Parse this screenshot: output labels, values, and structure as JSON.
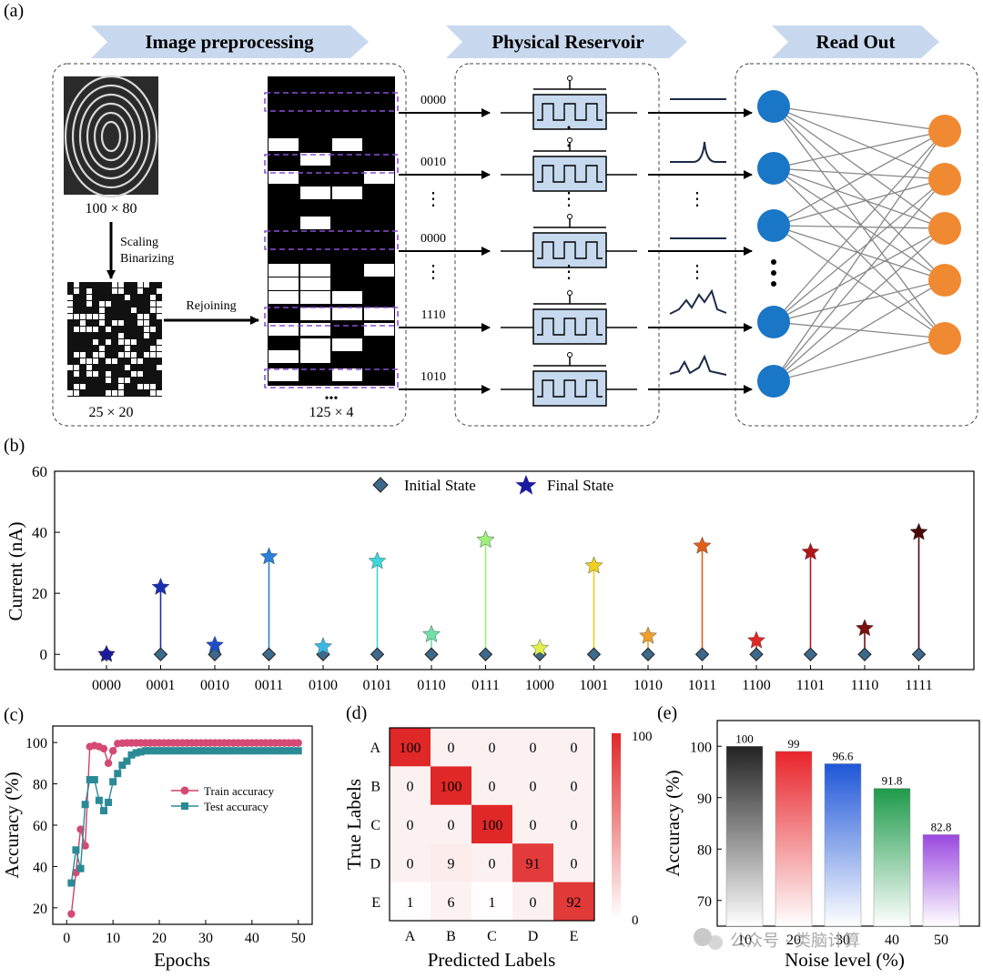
{
  "panel_a": {
    "label": "(a)",
    "headers": [
      "Image preprocessing",
      "Physical Reservoir",
      "Read Out"
    ],
    "fingerprint_size": "100 × 80",
    "step_label_1": "Scaling",
    "step_label_2": "Binarizing",
    "binary_size": "25 × 20",
    "rejoin_label": "Rejoining",
    "matrix_size": "125 × 4",
    "ellipsis": "•••",
    "codes": [
      "0000",
      "0010",
      "0000",
      "1110",
      "1010"
    ],
    "vdots": "⋮",
    "colors": {
      "arrow_fill": "#c8d8ee",
      "neuron_in": "#1a76c6",
      "neuron_out": "#f08a32",
      "box_border": "#444",
      "device_fill": "#c6d9ee",
      "highlight": "#8a4fd6"
    }
  },
  "panel_b": {
    "label": "(b)",
    "ylabel": "Current (nA)",
    "legend": [
      "Initial State",
      "Final State"
    ]
  },
  "panel_c": {
    "label": "(c)",
    "xlabel": "Epochs",
    "ylabel": "Accuracy (%)",
    "legend": [
      "Train accuracy",
      "Test accuracy"
    ]
  },
  "panel_d": {
    "label": "(d)",
    "xlabel": "Predicted Labels",
    "ylabel": "True Labels",
    "colorbar_max": "100",
    "colorbar_min": "0"
  },
  "panel_e": {
    "label": "(e)",
    "xlabel": "Noise level (%)",
    "ylabel": "Accuracy (%)"
  },
  "watermark": "公众号 · 类脑计算",
  "chart_data": [
    {
      "type": "scatter",
      "panel": "b",
      "categories": [
        "0000",
        "0001",
        "0010",
        "0011",
        "0100",
        "0101",
        "0110",
        "0111",
        "1000",
        "1001",
        "1010",
        "1011",
        "1100",
        "1101",
        "1110",
        "1111"
      ],
      "series": [
        {
          "name": "Initial State",
          "values": [
            0,
            0,
            0,
            0,
            0,
            0,
            0,
            0,
            0,
            0,
            0,
            0,
            0,
            0,
            0,
            0
          ]
        },
        {
          "name": "Final State",
          "values": [
            0,
            22,
            3,
            32,
            2.5,
            30.5,
            6.5,
            37.5,
            2,
            29,
            6,
            35.5,
            4.5,
            33.5,
            8.5,
            40
          ]
        }
      ],
      "colors": [
        "#1a1aa0",
        "#1a2fb0",
        "#1f4dc8",
        "#2a7fd8",
        "#39b8e8",
        "#3ed6d8",
        "#6fe0a8",
        "#9ef07a",
        "#e0f04a",
        "#f0d020",
        "#f0a028",
        "#e06018",
        "#e02828",
        "#b01818",
        "#7a1010",
        "#4a0808"
      ],
      "ylim": [
        -5,
        60
      ],
      "ticks_y": [
        0,
        20,
        40,
        60
      ],
      "grid": false,
      "legend_position": "top-center"
    },
    {
      "type": "line",
      "panel": "c",
      "series": [
        {
          "name": "Train accuracy",
          "x": [
            1,
            2,
            3,
            4,
            5,
            6,
            7,
            8,
            9,
            10,
            11,
            12,
            13,
            14,
            15,
            16,
            17,
            18,
            19,
            20,
            22,
            25,
            30,
            35,
            40,
            45,
            50
          ],
          "values": [
            17,
            37,
            58,
            50,
            98,
            98.5,
            98,
            97,
            90,
            96,
            99.5,
            99.7,
            99.8,
            99.8,
            99.8,
            99.8,
            99.8,
            99.8,
            99.8,
            99.8,
            99.8,
            99.8,
            99.8,
            99.8,
            99.8,
            99.8,
            99.8
          ]
        },
        {
          "name": "Test accuracy",
          "x": [
            1,
            2,
            3,
            4,
            5,
            6,
            7,
            8,
            9,
            10,
            11,
            12,
            13,
            14,
            15,
            16,
            17,
            18,
            19,
            20,
            22,
            25,
            30,
            35,
            40,
            45,
            50
          ],
          "values": [
            32,
            48,
            39,
            70,
            82,
            82,
            72,
            67,
            71,
            81,
            85,
            89,
            91,
            94,
            95,
            95.5,
            96,
            96,
            96,
            96,
            96,
            96,
            96,
            96,
            96,
            96,
            96
          ]
        }
      ],
      "xlim": [
        -3,
        53
      ],
      "ylim": [
        12,
        108
      ],
      "ticks_x": [
        0,
        10,
        20,
        30,
        40,
        50
      ],
      "ticks_y": [
        20,
        40,
        60,
        80,
        100
      ],
      "legend_position": "center-right"
    },
    {
      "type": "heatmap",
      "panel": "d",
      "rows": [
        "A",
        "B",
        "C",
        "D",
        "E"
      ],
      "columns": [
        "A",
        "B",
        "C",
        "D",
        "E"
      ],
      "values": [
        [
          100,
          0,
          0,
          0,
          0
        ],
        [
          0,
          100,
          0,
          0,
          0
        ],
        [
          0,
          0,
          100,
          0,
          0
        ],
        [
          0,
          9,
          0,
          91,
          0
        ],
        [
          1,
          6,
          1,
          0,
          92
        ]
      ],
      "range": [
        0,
        100
      ]
    },
    {
      "type": "bar",
      "panel": "e",
      "categories": [
        "10",
        "20",
        "30",
        "40",
        "50"
      ],
      "values": [
        100,
        99,
        96.6,
        91.8,
        82.8
      ],
      "labels": [
        "100",
        "99",
        "96.6",
        "91.8",
        "82.8"
      ],
      "colors": [
        "#222222",
        "#e8242a",
        "#1e56d8",
        "#1e9a4a",
        "#9a48e0"
      ],
      "ylim": [
        65,
        105
      ],
      "ticks_y": [
        70,
        80,
        90,
        100
      ]
    }
  ]
}
